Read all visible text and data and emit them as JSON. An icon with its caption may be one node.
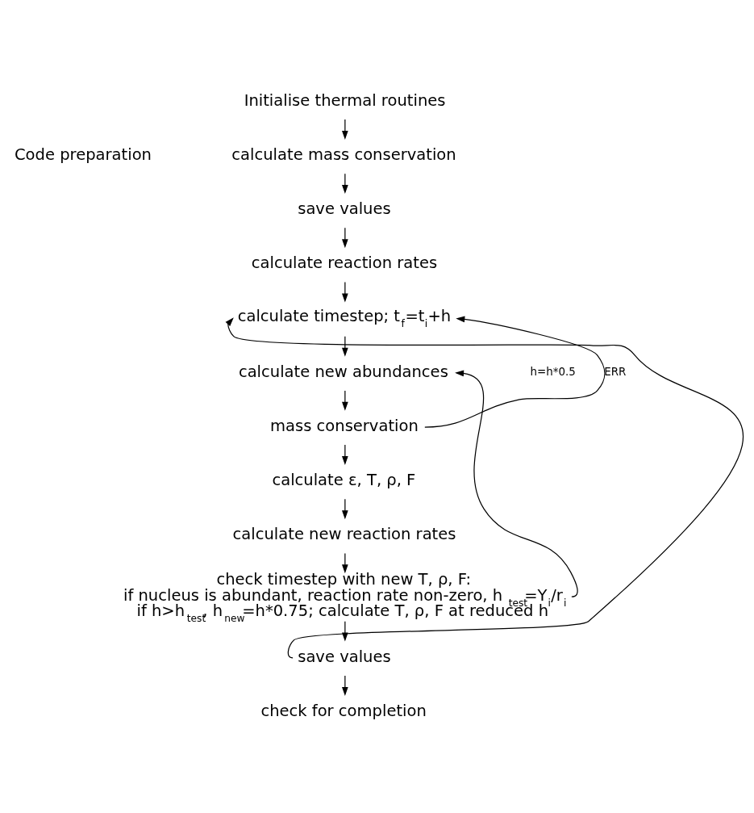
{
  "diagram": {
    "nodes": [
      {
        "text": [
          "Initialise thermal routines"
        ]
      },
      {
        "text": [
          "calculate mass conservation"
        ]
      },
      {
        "text": [
          "save values"
        ]
      },
      {
        "text": [
          "calculate reaction rates"
        ]
      },
      {
        "text": [
          "calculate timestep; t$_{f}$=t$_{i}$+h"
        ]
      },
      {
        "text": [
          "calculate new abundances"
        ]
      },
      {
        "text": [
          "mass conservation"
        ]
      },
      {
        "text": [
          "calculate ε, T, ρ, F"
        ]
      },
      {
        "text": [
          "calculate new reaction rates"
        ]
      },
      {
        "text": [
          "check timestep with new T, ρ, F:",
          "if nucleus is abundant, reaction rate non-zero, h$_{test}$=Y$_{i}$/r$_{i}$",
          "if h>h$_{test}$, h$_{new}$=h*0.75; calculate T, ρ, F at reduced h"
        ]
      },
      {
        "text": [
          "save values"
        ]
      },
      {
        "text": [
          "check for completion"
        ]
      }
    ],
    "edges": [
      {
        "from": 0,
        "to": 1,
        "arrow": "to"
      },
      {
        "from": 1,
        "to": 2,
        "arrow": "to"
      },
      {
        "from": 2,
        "to": 3,
        "arrow": "to"
      },
      {
        "from": 3,
        "to": 4,
        "arrow": "to"
      },
      {
        "from": 4,
        "to": 5,
        "arrow": "to"
      },
      {
        "from": 5,
        "to": 6,
        "arrow": "to"
      },
      {
        "from": 6,
        "to": 7,
        "arrow": "to"
      },
      {
        "from": 7,
        "to": 8,
        "arrow": "to"
      },
      {
        "from": 8,
        "to": 9,
        "arrow": "to"
      },
      {
        "from": 9,
        "to": 10,
        "arrow": "to"
      },
      {
        "from": 10,
        "to": 11,
        "arrow": "to"
      },
      {
        "from": 6,
        "to": 4,
        "arrow": "to",
        "label": "ERR"
      },
      {
        "from": 9,
        "to": 5,
        "arrow": "to"
      },
      {
        "from": 10,
        "to": 4,
        "arrow": "to"
      }
    ],
    "labels": [
      "Code preparation",
      "h=h*0.5"
    ]
  }
}
